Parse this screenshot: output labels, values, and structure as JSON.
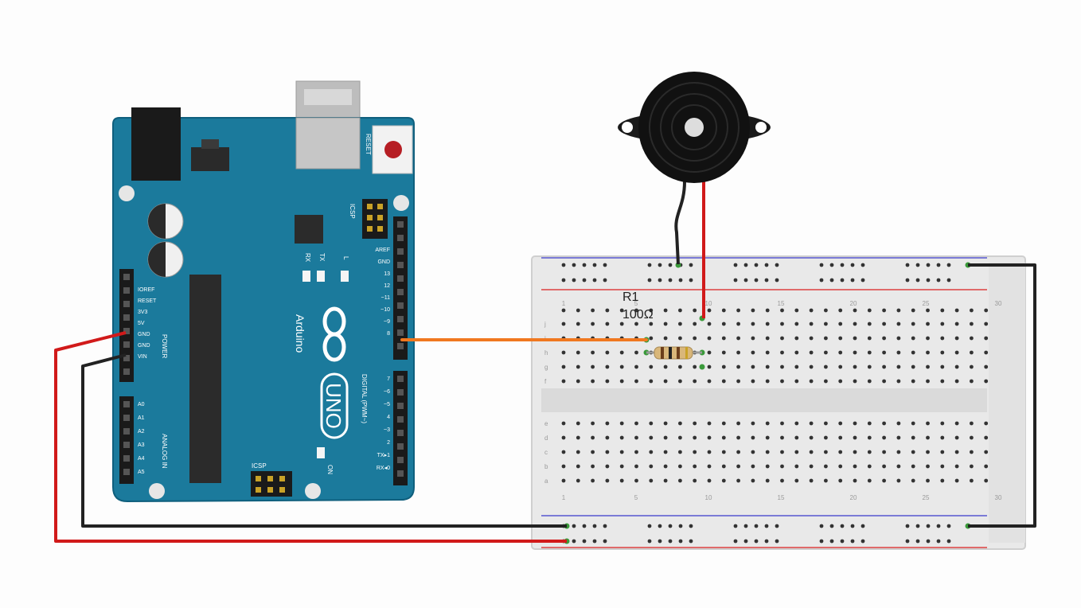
{
  "board": {
    "brand": "Arduino",
    "model": "UNO",
    "reset_label": "RESET",
    "icsp_label": "ICSP",
    "icsp2_label": "ICSP",
    "tx_label": "TX",
    "rx_label": "RX",
    "l_label": "L",
    "on_label": "ON",
    "digital_label": "DIGITAL (PWM~)",
    "power_label": "POWER",
    "analog_label": "ANALOG IN",
    "aref_label": "AREF",
    "gnd_label": "GND",
    "ioref_label": "IOREF",
    "power_pins": [
      "IOREF",
      "RESET",
      "3V3",
      "5V",
      "GND",
      "GND",
      "VIN"
    ],
    "analog_pins": [
      "A0",
      "A1",
      "A2",
      "A3",
      "A4",
      "A5"
    ],
    "digital_pins_top": [
      "13",
      "12",
      "~11",
      "~10",
      "~9",
      "8"
    ],
    "digital_pins_bottom": [
      "7",
      "~6",
      "~5",
      "4",
      "~3",
      "2",
      "TX▸1",
      "RX◂0"
    ],
    "colors": {
      "pcb": "#1b7a9c",
      "pcb_dark": "#0f5f7d"
    }
  },
  "resistor": {
    "ref": "R1",
    "value": "100Ω"
  },
  "breadboard": {
    "row_letters_top": [
      "j",
      "i",
      "h",
      "g",
      "f"
    ],
    "row_letters_bottom": [
      "e",
      "d",
      "c",
      "b",
      "a"
    ],
    "column_numbers": [
      "1",
      "5",
      "10",
      "15",
      "20",
      "25",
      "30"
    ]
  },
  "wires": {
    "signal_color": "#f07820",
    "power_color": "#d11a1a",
    "ground_color": "#222222"
  },
  "buzzer": {
    "color": "#111111"
  }
}
